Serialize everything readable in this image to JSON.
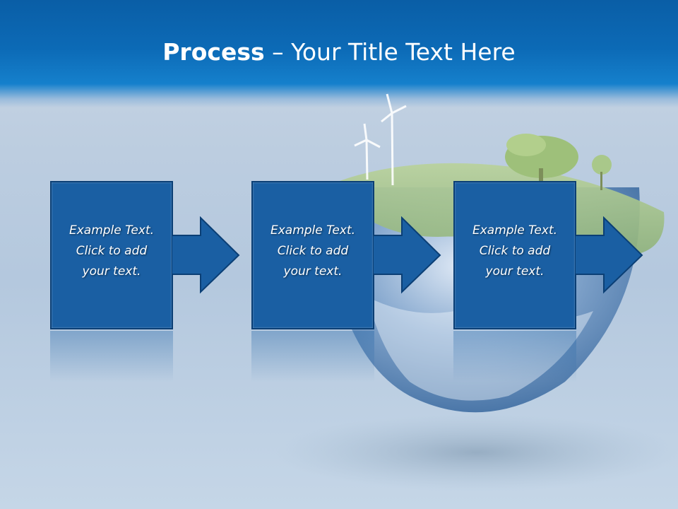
{
  "slide": {
    "title_bold": "Process",
    "title_rest": " – Your Title Text Here",
    "steps": [
      {
        "line1": "Example Text.",
        "line2": "Click  to add",
        "line3": "your text."
      },
      {
        "line1": "Example Text.",
        "line2": "Click  to add",
        "line3": "your text."
      },
      {
        "line1": "Example Text.",
        "line2": "Click  to add",
        "line3": "your text."
      }
    ]
  },
  "colors": {
    "title_bar": "#0c6ab6",
    "step_fill": "#1a5fa3",
    "step_border": "#0b3f75",
    "text": "#ffffff"
  }
}
